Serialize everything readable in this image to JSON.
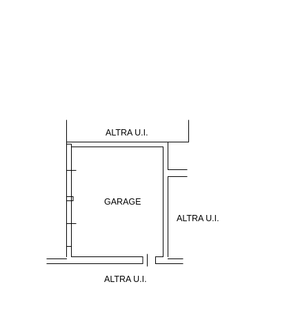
{
  "plan": {
    "rooms": {
      "garage": "GARAGE"
    },
    "neighbours": {
      "top": "ALTRA U.I.",
      "right": "ALTRA U.I.",
      "bottom": "ALTRA U.I."
    }
  }
}
